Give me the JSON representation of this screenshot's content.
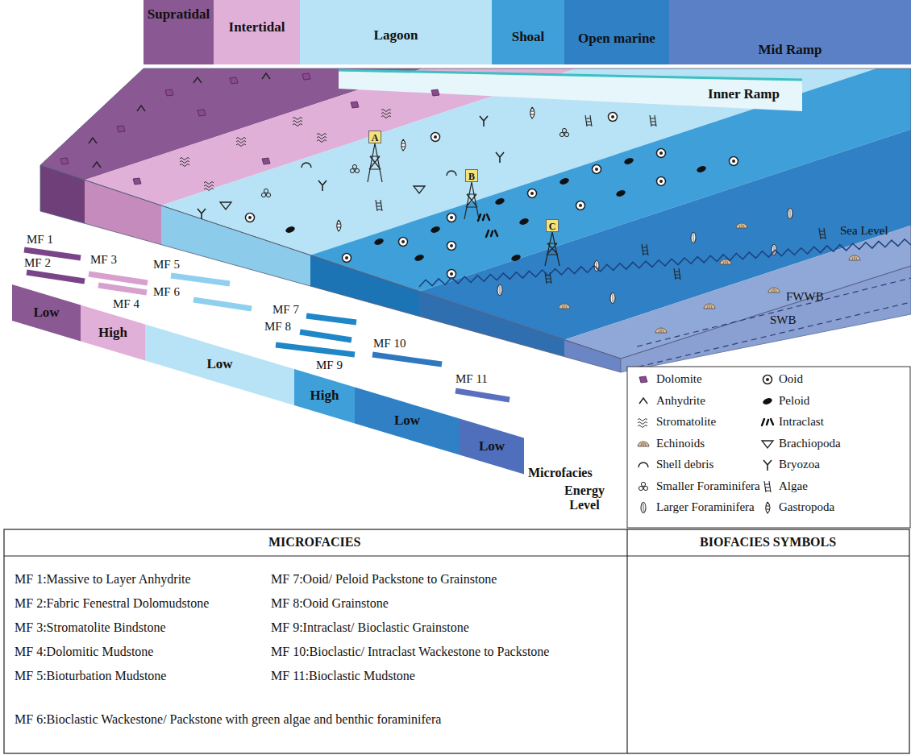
{
  "diagram": {
    "nodes": [
      {
        "text": [
          "Supratidal"
        ]
      },
      {
        "text": [
          "Intertidal"
        ]
      },
      {
        "text": [
          "Lagoon"
        ]
      },
      {
        "text": [
          "Shoal"
        ]
      },
      {
        "text": [
          "Open marine"
        ]
      },
      {
        "text": [
          "Mid Ramp"
        ]
      },
      {
        "text": [
          "Inner Ramp"
        ]
      },
      {
        "text": [
          "A"
        ]
      },
      {
        "text": [
          "B"
        ]
      },
      {
        "text": [
          "C"
        ]
      },
      {
        "text": [
          "Low"
        ]
      },
      {
        "text": [
          "High"
        ]
      },
      {
        "text": [
          "Low"
        ]
      },
      {
        "text": [
          "High"
        ]
      },
      {
        "text": [
          "Low"
        ]
      },
      {
        "text": [
          "Low"
        ]
      }
    ],
    "labels": [
      "Sea Level",
      "FWWB",
      "SWB",
      "MF 1",
      "MF 2",
      "MF 3",
      "MF 4",
      "MF 5",
      "MF 6",
      "MF 7",
      "MF 8",
      "MF 9",
      "MF 10",
      "MF 11",
      "Microfacies",
      "Energy Level",
      "MICROFACIES",
      "BIOFACIES SYMBOLS",
      "MF 1:Massive to Layer Anhydrite",
      "MF 7:Ooid/ Peloid Packstone to Grainstone",
      "MF 2:Fabric Fenestral Dolomudstone",
      "MF 8:Ooid Grainstone",
      "MF 3:Stromatolite Bindstone",
      "MF 9:Intraclast/ Bioclastic Grainstone",
      "MF 4:Dolomitic Mudstone",
      "MF 10:Bioclastic/ Intraclast Wackestone to Packstone",
      "MF 5:Bioturbation Mudstone",
      "MF 11:Bioclastic Mudstone",
      "MF 6:Bioclastic Wackestone/ Packstone with green algae and benthic foraminifera"
    ],
    "legend": [
      {
        "text": "Dolomite"
      },
      {
        "text": "Ooid"
      },
      {
        "text": "Anhydrite"
      },
      {
        "text": "Peloid"
      },
      {
        "text": "Stromatolite"
      },
      {
        "text": "Intraclast"
      },
      {
        "text": "Echinoids"
      },
      {
        "text": "Brachiopoda"
      },
      {
        "text": "Shell debris"
      },
      {
        "text": "Bryozoa"
      },
      {
        "text": "Smaller Foraminifera"
      },
      {
        "text": "Algae"
      },
      {
        "text": "Larger Foraminifera"
      },
      {
        "text": "Gastropoda"
      }
    ]
  }
}
